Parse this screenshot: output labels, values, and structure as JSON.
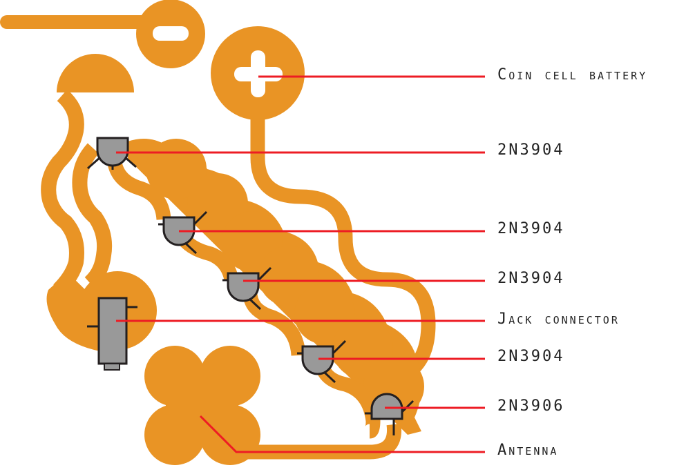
{
  "colors": {
    "trace": "#E99425",
    "component": "#999999",
    "outline": "#231F20",
    "leader": "#ED1C24"
  },
  "labels": {
    "battery": "Coin cell battery",
    "t1": "2N3904",
    "t2": "2N3904",
    "t3": "2N3904",
    "jack": "Jack connector",
    "t4": "2N3904",
    "t5": "2N3906",
    "antenna": "Antenna"
  }
}
